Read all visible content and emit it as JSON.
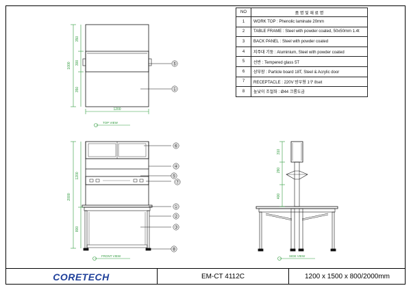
{
  "parts_table": {
    "header_no": "NO",
    "header_desc": "품 명 및 재 료 명",
    "rows": [
      {
        "no": "1",
        "desc": "WORK TOP : Phenolic laminate 20mm"
      },
      {
        "no": "2",
        "desc": "TABLE FRAME : Steel with powder coated, 50x50mm 1.4t"
      },
      {
        "no": "3",
        "desc": "BACK PANEL : Steel with powder coated"
      },
      {
        "no": "4",
        "desc": "지주대 기둥 : Aluminium, Steel with powder coated"
      },
      {
        "no": "5",
        "desc": "선반 : Tempered glass 5T"
      },
      {
        "no": "6",
        "desc": "상부장 : Particle board 18T, Steel & Acrylic door"
      },
      {
        "no": "7",
        "desc": "RECEPTACLE : 220V 방우형 1구 8set"
      },
      {
        "no": "8",
        "desc": "높낮이 조절좌 : Ø44 크롬도금"
      }
    ]
  },
  "views": {
    "top_label": "TOP VIEW",
    "front_label": "FRONT VIEW",
    "side_label": "SIDE VIEW"
  },
  "dimensions": {
    "top_width": "1200",
    "top_depth": "1000",
    "top_d1": "350",
    "top_d2": "300",
    "top_d3": "350",
    "front_total": "2000",
    "front_upper": "1200",
    "front_lower": "800",
    "side_a": "310",
    "side_b": "290",
    "side_c": "400"
  },
  "callouts": {
    "c1": "①",
    "c2": "②",
    "c3": "③",
    "c4": "④",
    "c5": "⑤",
    "c6": "⑥",
    "c7": "⑦",
    "c8": "⑧"
  },
  "title_block": {
    "logo": "CORETECH",
    "model": "EM-CT 4112C",
    "size": "1200 x 1500 x 800/2000mm"
  },
  "colors": {
    "dim_green": "#2e9a3c",
    "logo_blue": "#1e3f9a"
  }
}
